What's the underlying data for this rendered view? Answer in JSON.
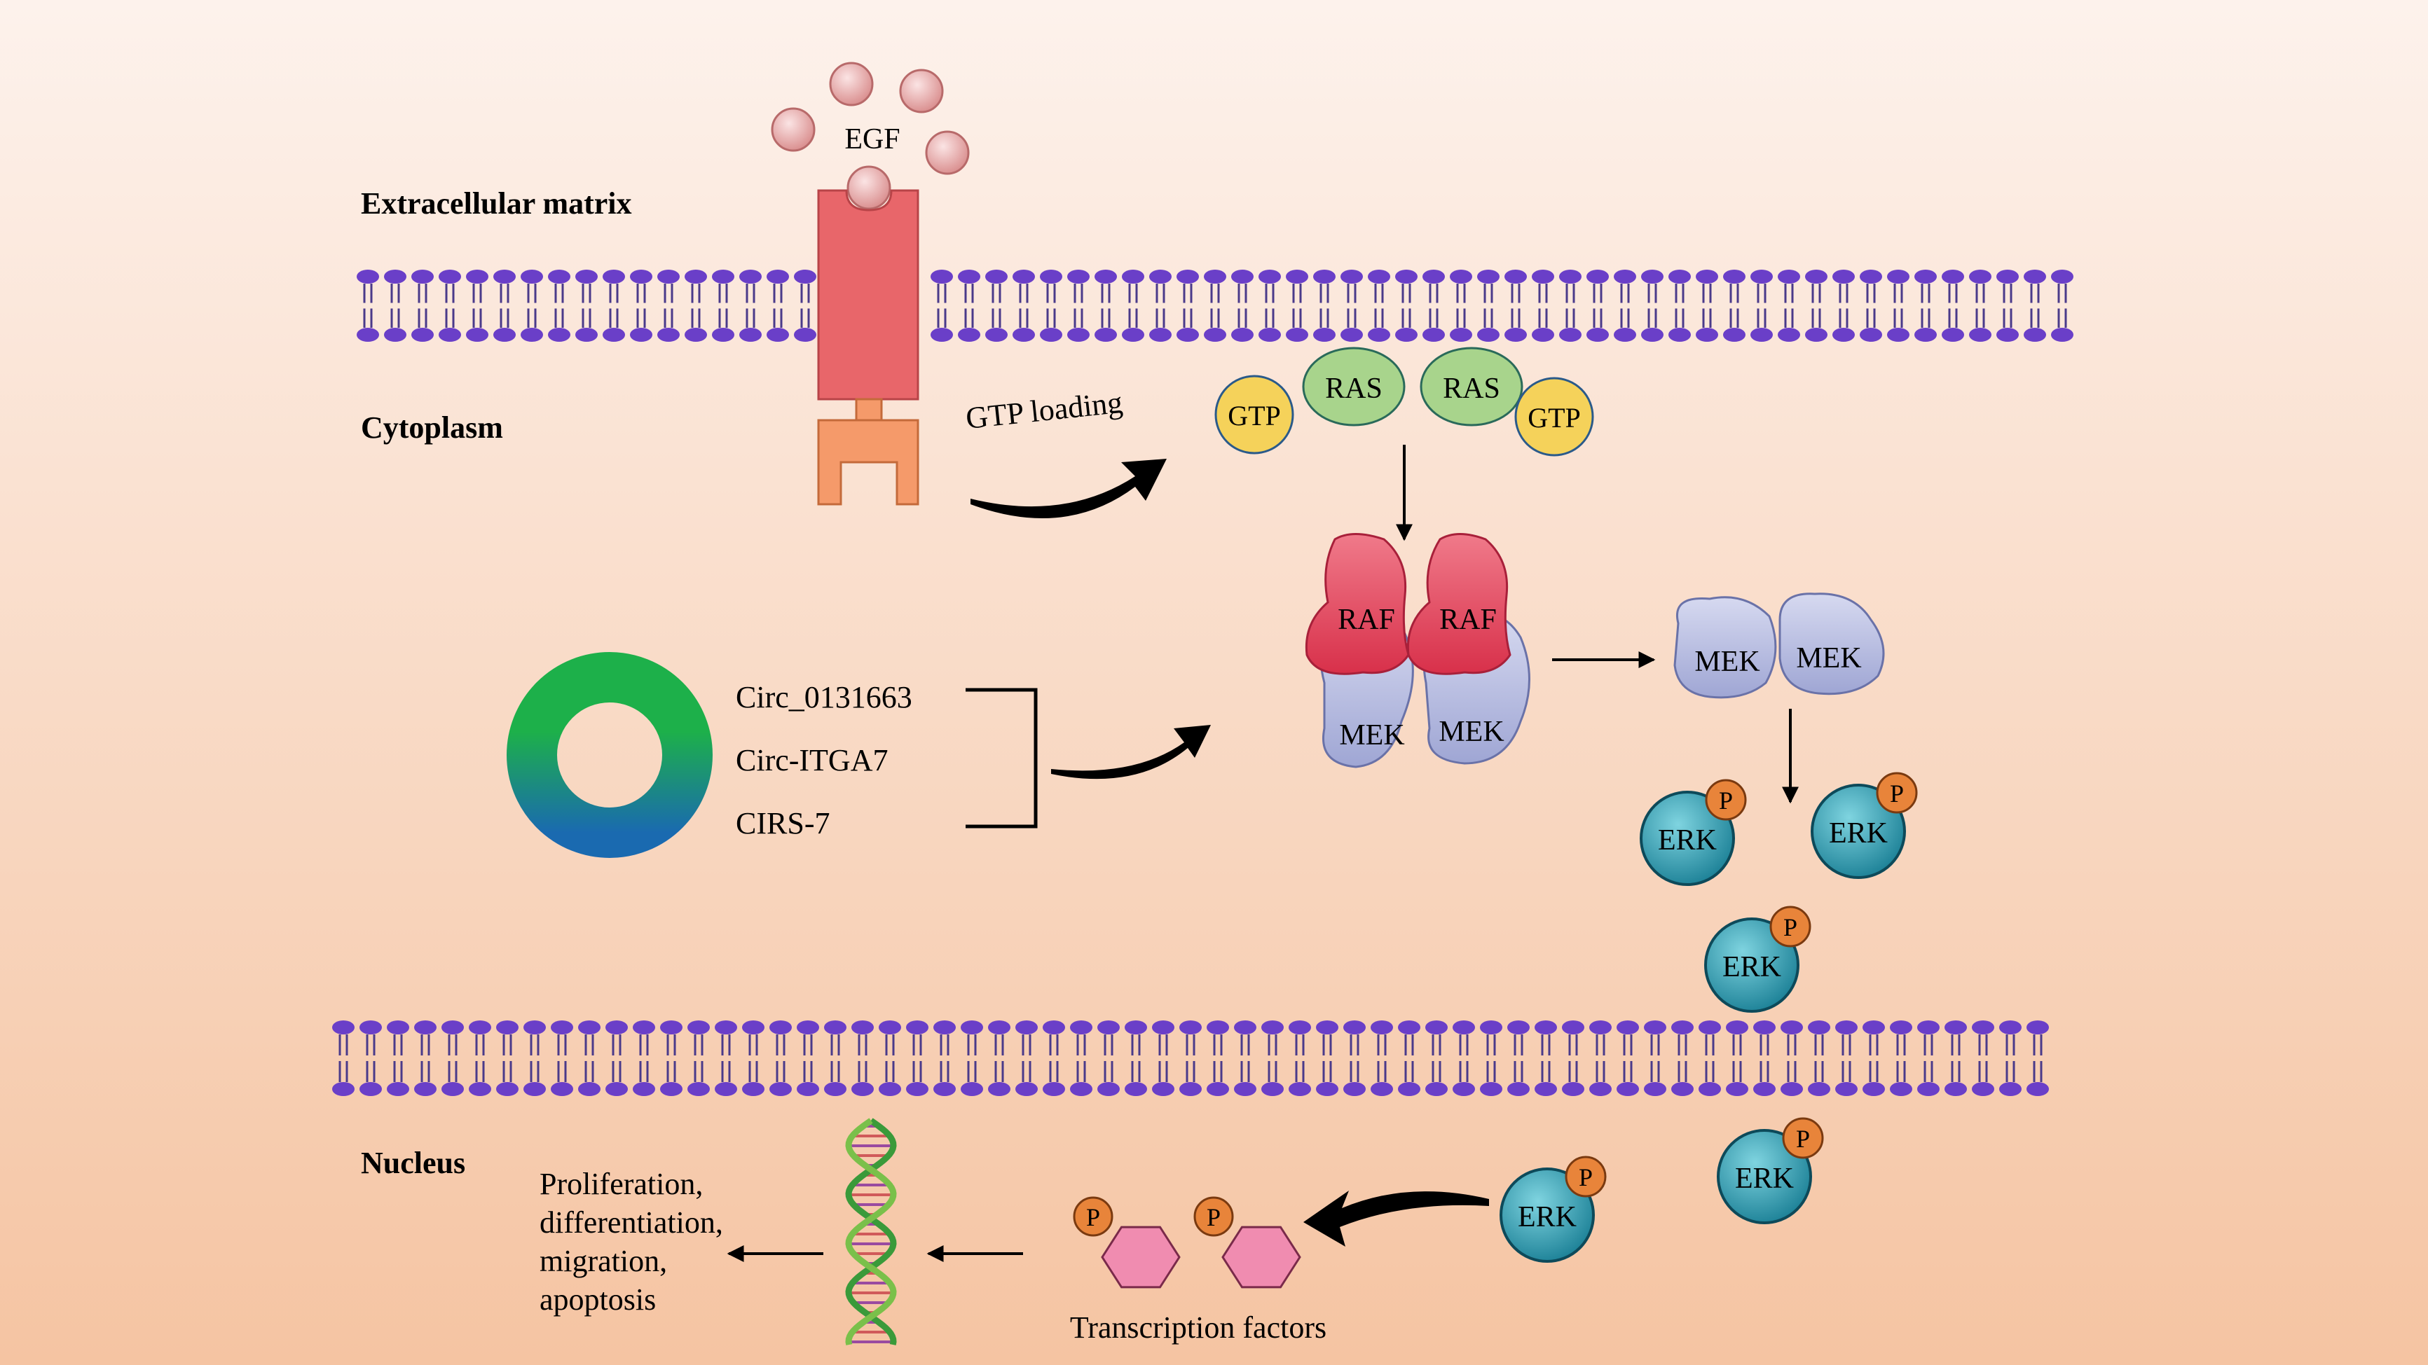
{
  "regions": {
    "extracellular": "Extracellular matrix",
    "cytoplasm": "Cytoplasm",
    "nucleus": "Nucleus"
  },
  "ligand": "EGF",
  "gtp_loading": "GTP loading",
  "proteins": {
    "gtp": "GTP",
    "ras": "RAS",
    "raf": "RAF",
    "mek": "MEK",
    "erk": "ERK",
    "phospho": "P"
  },
  "circrnas": [
    "Circ_0131663",
    "Circ-ITGA7",
    "CIRS-7"
  ],
  "transcription_factors": "Transcription factors",
  "outcome_lines": [
    "Proliferation,",
    "differentiation,",
    "migration,",
    "apoptosis"
  ],
  "colors": {
    "background_top": "#fdf2ec",
    "background_bottom": "#f5c4a2",
    "membrane_head": "#6a3fc8",
    "receptor_top": "#e8666a",
    "receptor_bottom": "#f59a6a",
    "gtp": "#f5d25a",
    "ras": "#a8d48c",
    "raf": "#e0405a",
    "mek": "#b8bde0",
    "erk": "#2a9ab0",
    "phospho": "#e8843a",
    "tf": "#f08cb0",
    "ring_top": "#1db04a",
    "ring_bottom": "#1a6ab0"
  }
}
